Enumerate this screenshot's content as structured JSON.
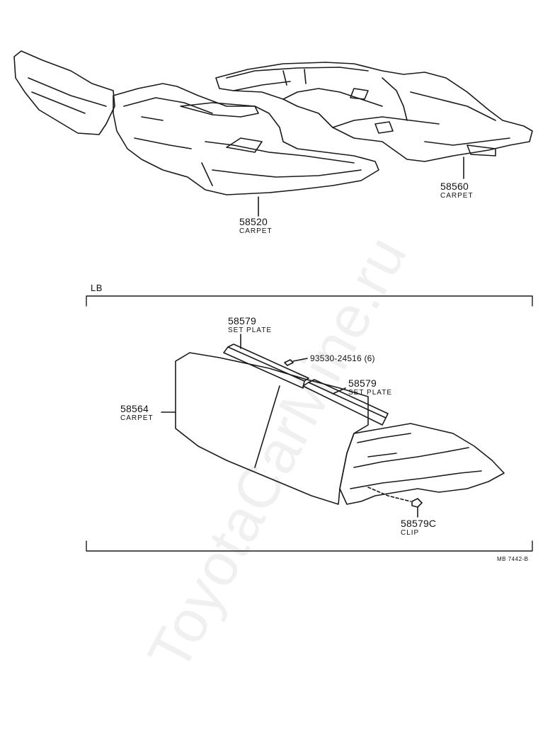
{
  "watermark": "ToyotaCarMine.ru",
  "section_label": "LB",
  "drawing_code": "MB 7442-B",
  "parts": [
    {
      "number": "58520",
      "name": "CARPET"
    },
    {
      "number": "58560",
      "name": "CARPET"
    },
    {
      "number": "58579",
      "name": "SET PLATE"
    },
    {
      "number": "93530-24516 (6)",
      "name": ""
    },
    {
      "number": "58579",
      "name": "SET PLATE"
    },
    {
      "number": "58564",
      "name": "CARPET"
    },
    {
      "number": "58579C",
      "name": "CLIP"
    }
  ]
}
